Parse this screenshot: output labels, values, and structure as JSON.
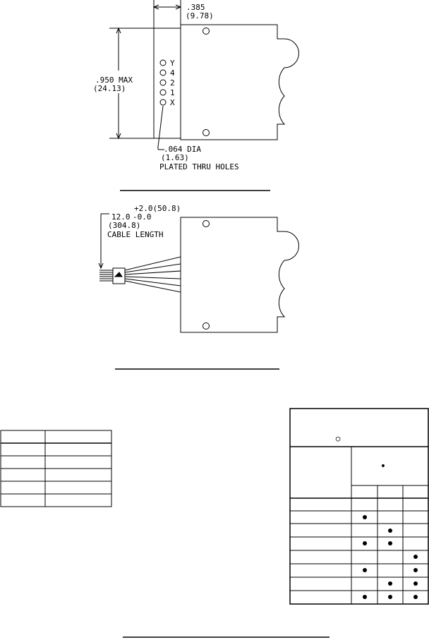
{
  "top_view": {
    "pin_labels": [
      "Y",
      "4",
      "2",
      "1",
      "X"
    ],
    "dim_width_in": ".385",
    "dim_width_mm": "(9.78)",
    "dim_height_in": ".950 MAX",
    "dim_height_mm": "(24.13)",
    "hole_dia_in": ".064 DIA",
    "hole_dia_mm": "(1.63)",
    "hole_note": "PLATED THRU HOLES"
  },
  "cable_view": {
    "tol_plus": "+2.0(50.8)",
    "length_in": "12.0",
    "tol_minus": "-0.0",
    "length_mm": "(304.8)",
    "length_label": "CABLE LENGTH"
  },
  "left_table": {
    "rows": 6,
    "cols": 2
  },
  "right_table": {
    "header_marker": "○",
    "group_marker": "•",
    "sub_columns": 3,
    "dot_rows": [
      [
        false,
        false,
        false
      ],
      [
        true,
        false,
        false
      ],
      [
        false,
        true,
        false
      ],
      [
        true,
        true,
        false
      ],
      [
        false,
        false,
        true
      ],
      [
        true,
        false,
        true
      ],
      [
        false,
        true,
        true
      ],
      [
        true,
        true,
        true
      ]
    ]
  },
  "colors": {
    "line": "#000000",
    "background": "#ffffff"
  }
}
